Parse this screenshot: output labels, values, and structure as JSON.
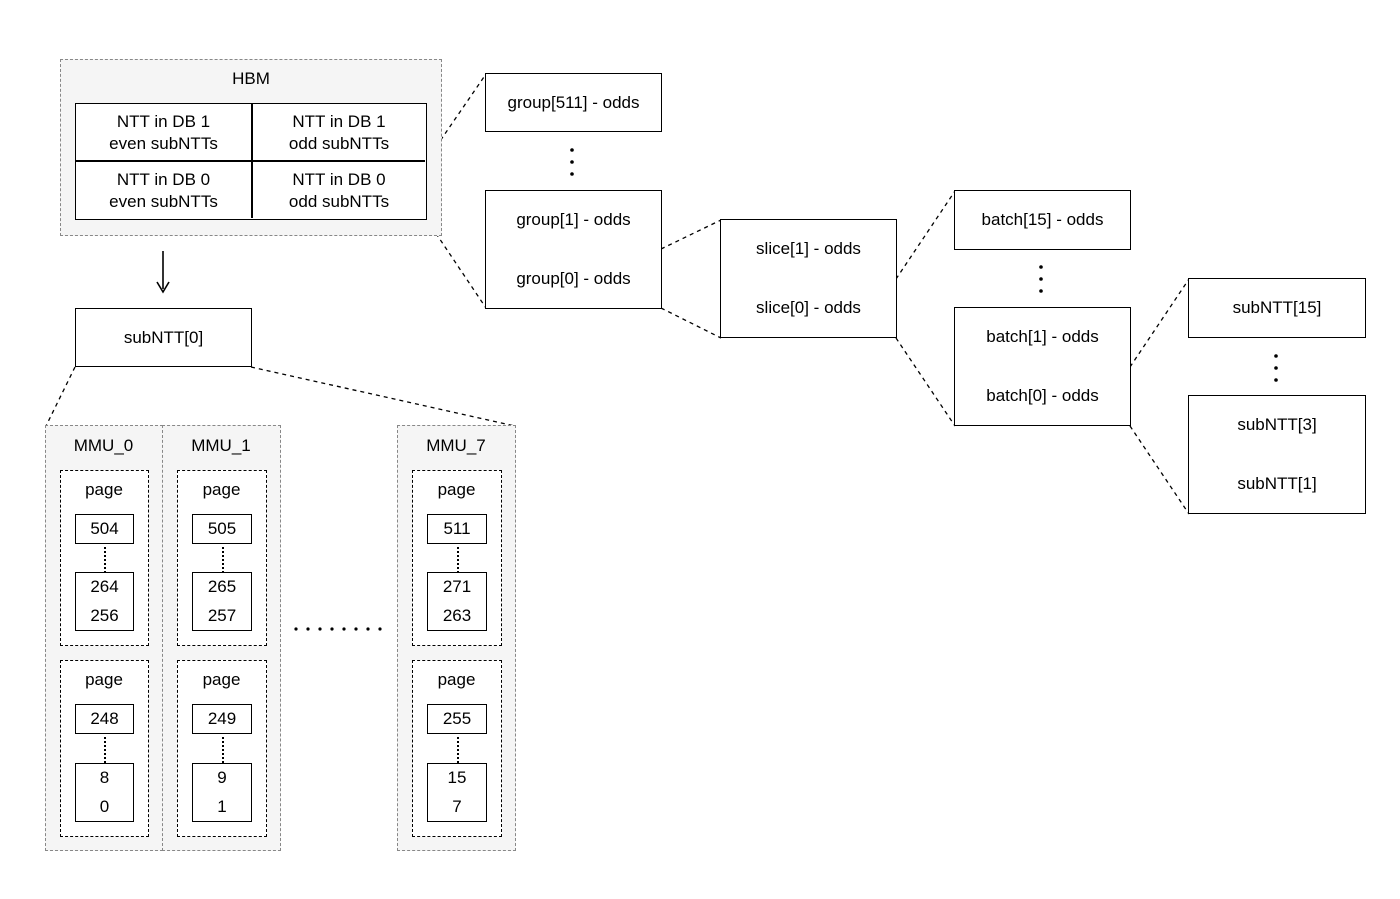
{
  "hbm": {
    "title": "HBM",
    "cells": [
      {
        "line1": "NTT in DB 1",
        "line2": "even subNTTs"
      },
      {
        "line1": "NTT in DB 1",
        "line2": "odd subNTTs"
      },
      {
        "line1": "NTT in DB 0",
        "line2": "even subNTTs"
      },
      {
        "line1": "NTT in DB 0",
        "line2": "odd subNTTs"
      }
    ]
  },
  "subntt0": "subNTT[0]",
  "groups": {
    "top": "group[511] - odds",
    "g1": "group[1] - odds",
    "g0": "group[0] - odds"
  },
  "slices": {
    "s1": "slice[1] - odds",
    "s0": "slice[0] - odds"
  },
  "batches": {
    "top": "batch[15] - odds",
    "b1": "batch[1] - odds",
    "b0": "batch[0] - odds"
  },
  "subntts": {
    "top": "subNTT[15]",
    "s3": "subNTT[3]",
    "s1": "subNTT[1]"
  },
  "mmus": [
    {
      "name": "MMU_0",
      "pages": [
        {
          "label": "page",
          "top": "504",
          "mid": "264",
          "bot": "256"
        },
        {
          "label": "page",
          "top": "248",
          "mid": "8",
          "bot": "0"
        }
      ]
    },
    {
      "name": "MMU_1",
      "pages": [
        {
          "label": "page",
          "top": "505",
          "mid": "265",
          "bot": "257"
        },
        {
          "label": "page",
          "top": "249",
          "mid": "9",
          "bot": "1"
        }
      ]
    },
    {
      "name": "MMU_7",
      "pages": [
        {
          "label": "page",
          "top": "511",
          "mid": "271",
          "bot": "263"
        },
        {
          "label": "page",
          "top": "255",
          "mid": "15",
          "bot": "7"
        }
      ]
    }
  ]
}
